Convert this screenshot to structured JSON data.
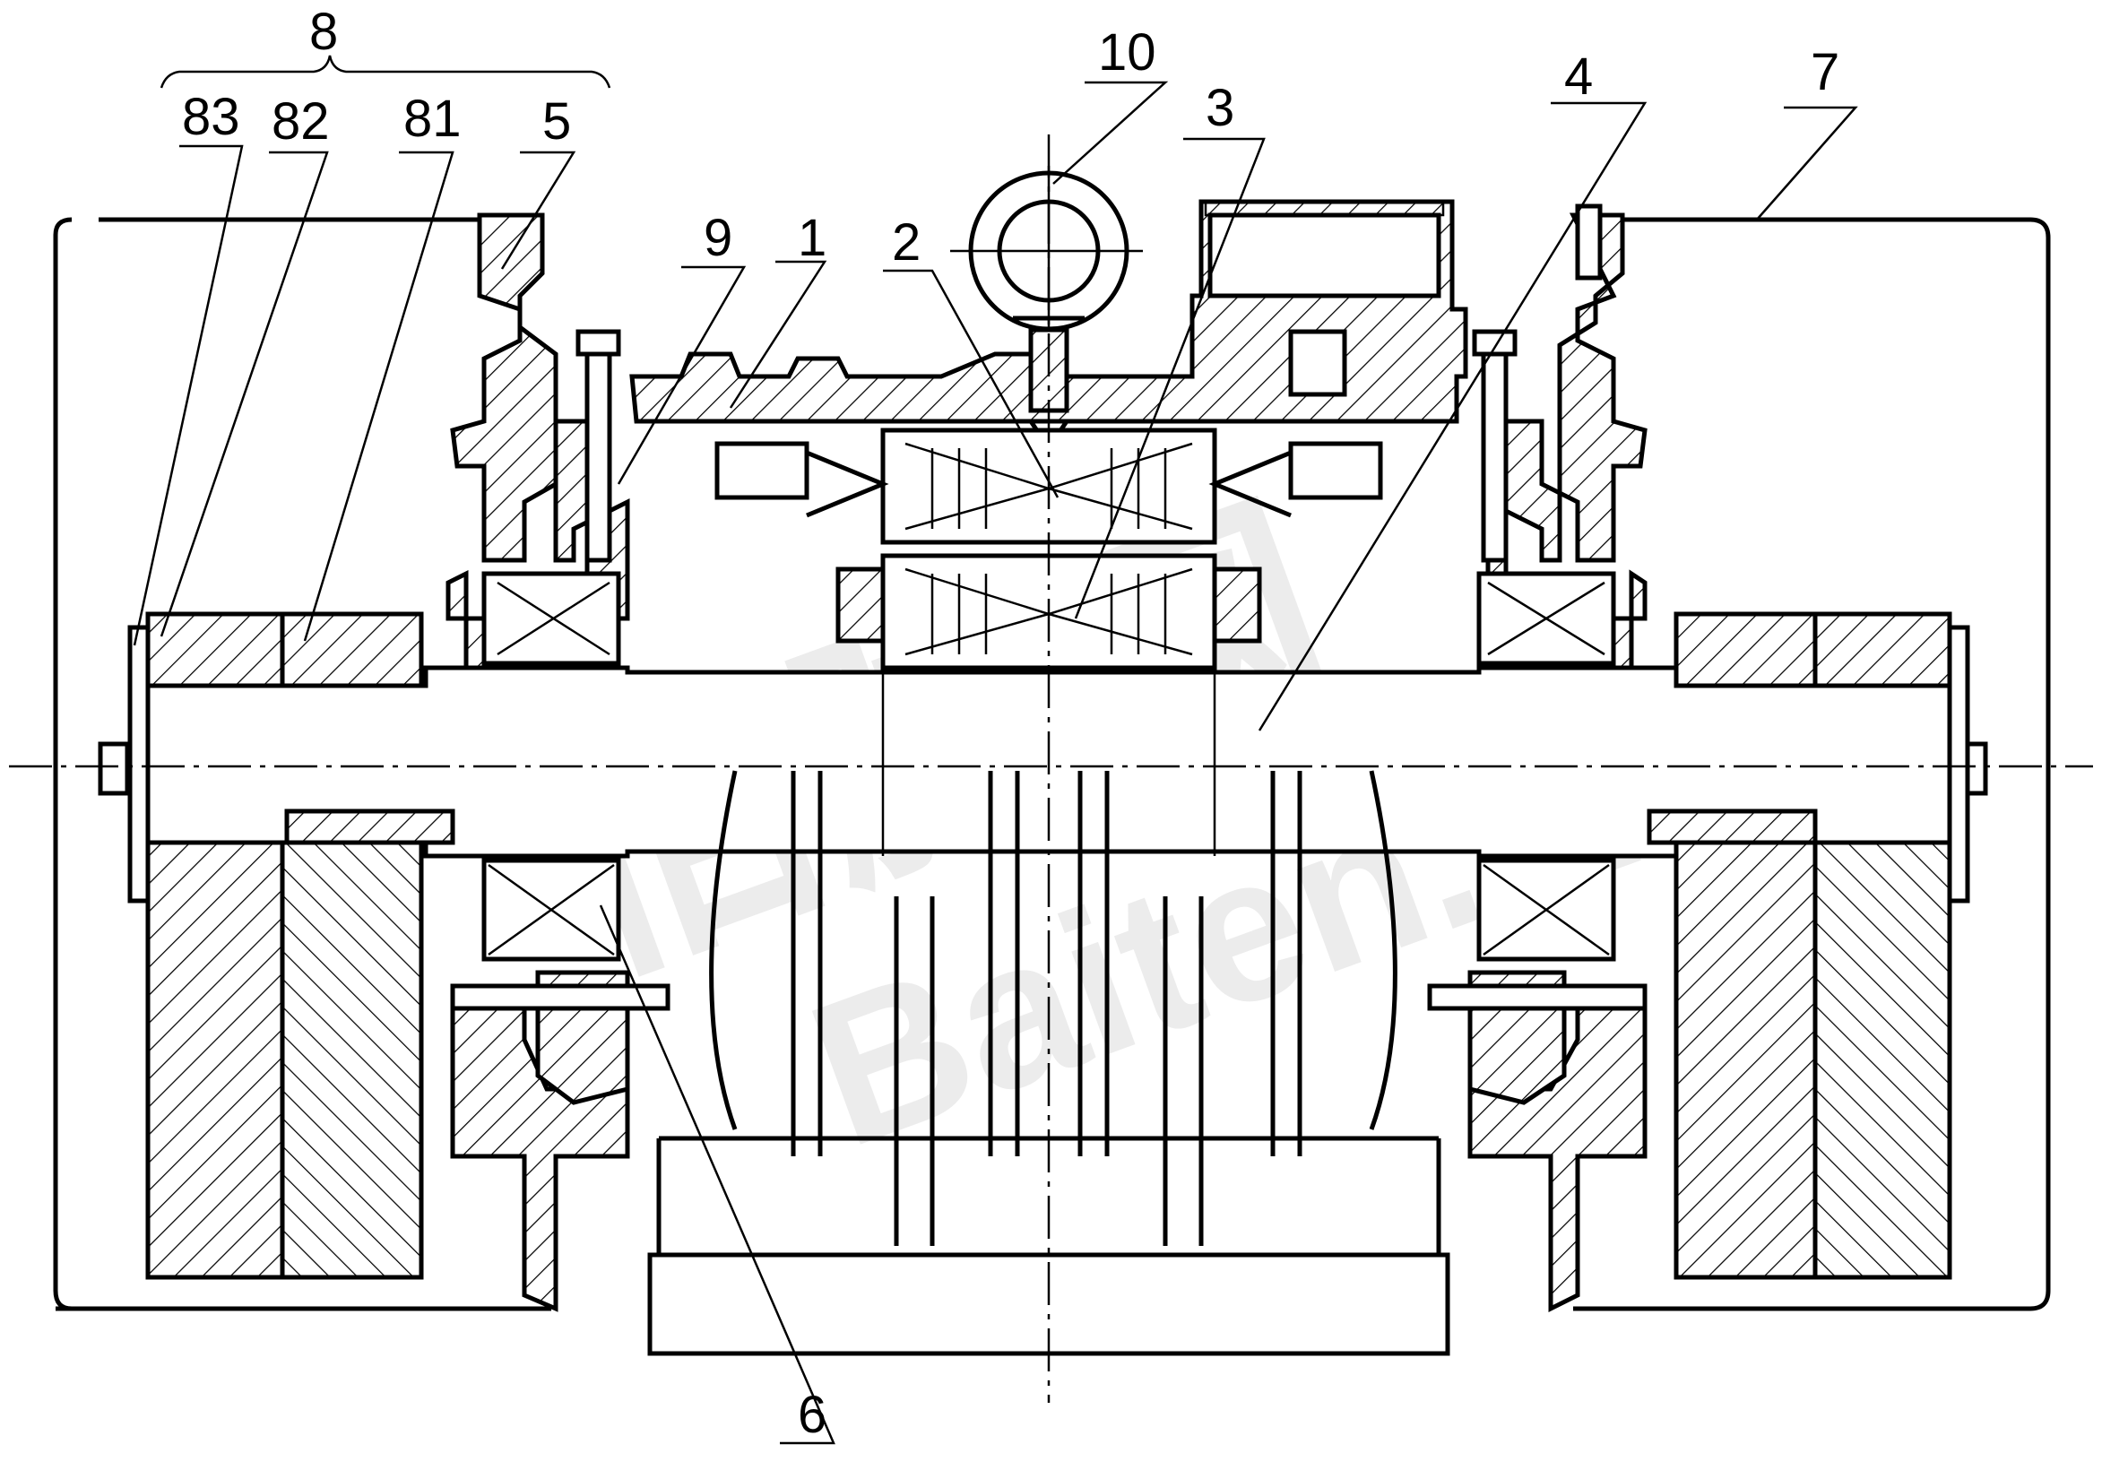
{
  "labels": {
    "l1": "1",
    "l2": "2",
    "l3": "3",
    "l4": "4",
    "l5": "5",
    "l6": "6",
    "l7": "7",
    "l8": "8",
    "l9": "9",
    "l10": "10",
    "l81": "81",
    "l82": "82",
    "l83": "83"
  },
  "watermark": {
    "line1": "佰腾网",
    "line2": "Baiten.cn"
  }
}
